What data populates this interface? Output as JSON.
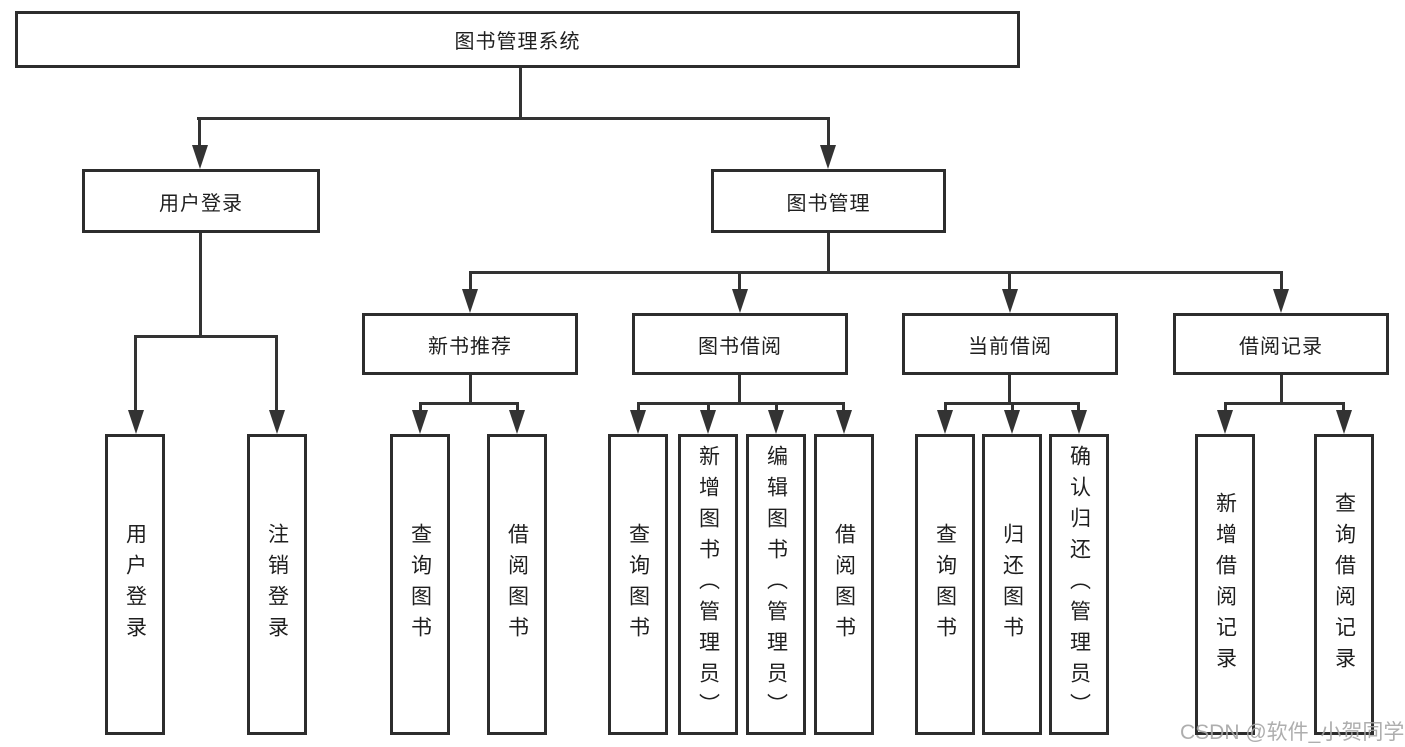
{
  "diagram": {
    "root": {
      "label": "图书管理系统"
    },
    "level2": {
      "user_login": "用户登录",
      "book_management": "图书管理"
    },
    "level3": {
      "new_book_recommend": "新书推荐",
      "book_borrow": "图书借阅",
      "current_borrow": "当前借阅",
      "borrow_record": "借阅记录"
    },
    "leaves": {
      "user_login": "用户登录",
      "logout": "注销登录",
      "recommend_query_books": "查询图书",
      "recommend_borrow_books": "借阅图书",
      "borrow_query_books": "查询图书",
      "borrow_add_books": "新增图书（管理员）",
      "borrow_edit_books": "编辑图书（管理员）",
      "borrow_borrow_books": "借阅图书",
      "current_query_books": "查询图书",
      "current_return_books": "归还图书",
      "current_confirm_return": "确认归还（管理员）",
      "record_add": "新增借阅记录",
      "record_query": "查询借阅记录"
    },
    "hierarchy": [
      {
        "parent": "图书管理系统",
        "children": [
          "用户登录",
          "图书管理"
        ]
      },
      {
        "parent": "用户登录",
        "children": [
          "用户登录",
          "注销登录"
        ]
      },
      {
        "parent": "图书管理",
        "children": [
          "新书推荐",
          "图书借阅",
          "当前借阅",
          "借阅记录"
        ]
      },
      {
        "parent": "新书推荐",
        "children": [
          "查询图书",
          "借阅图书"
        ]
      },
      {
        "parent": "图书借阅",
        "children": [
          "查询图书",
          "新增图书（管理员）",
          "编辑图书（管理员）",
          "借阅图书"
        ]
      },
      {
        "parent": "当前借阅",
        "children": [
          "查询图书",
          "归还图书",
          "确认归还（管理员）"
        ]
      },
      {
        "parent": "借阅记录",
        "children": [
          "新增借阅记录",
          "查询借阅记录"
        ]
      }
    ],
    "colors": {
      "line": "#333333",
      "box_border": "#2d2d2d",
      "text": "#1f1f1f",
      "background": "#ffffff",
      "watermark": "#a5a5a5"
    },
    "watermark": "CSDN @软件_小贺同学"
  }
}
